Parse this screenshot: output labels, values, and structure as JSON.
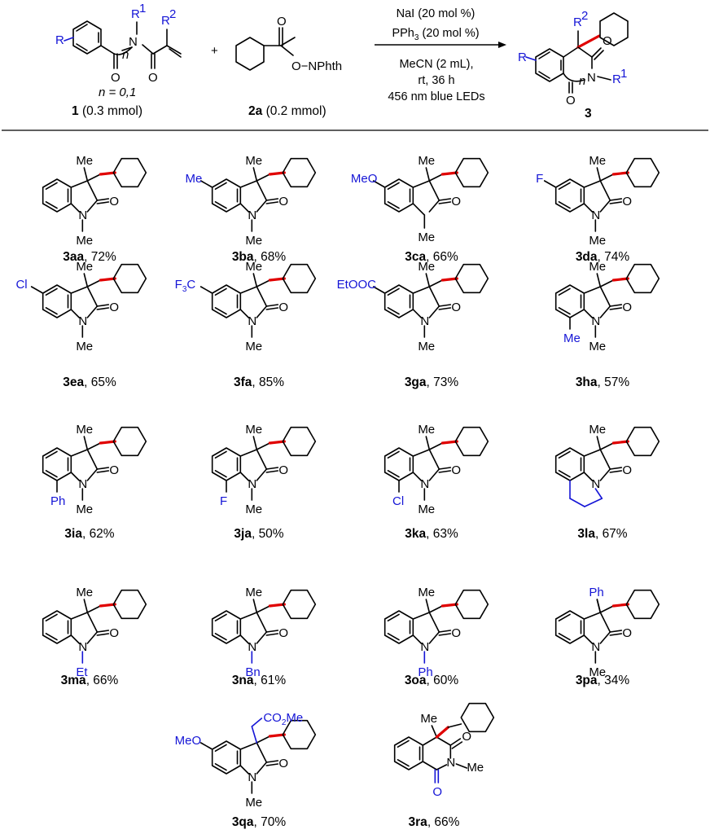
{
  "scheme": {
    "reactant1": {
      "label_R": "R",
      "label_R1": "R",
      "label_R1_sup": "1",
      "label_R2": "R",
      "label_R2_sup": "2",
      "label_N": "N",
      "label_O1": "O",
      "label_O2": "O",
      "label_n": "n",
      "n_condition": "n = 0,1",
      "id": "1",
      "amount": "(0.3 mmol)"
    },
    "plus": "+",
    "reactant2": {
      "label_O_carbonyl": "O",
      "label_ester": "O−NPhth",
      "id": "2a",
      "amount": "(0.2 mmol)"
    },
    "conditions": {
      "line1": "NaI (20 mol %)",
      "line2_pre": "PPh",
      "line2_sub": "3",
      "line2_post": " (20 mol %)",
      "line3": "MeCN (2 mL),",
      "line4": "rt, 36 h",
      "line5": "456 nm blue LEDs"
    },
    "product": {
      "label_R": "R",
      "label_R1": "R",
      "label_R1_sup": "1",
      "label_R2": "R",
      "label_R2_sup": "2",
      "label_N": "N",
      "label_O1": "O",
      "label_O2": "O",
      "label_n": "n",
      "id": "3"
    }
  },
  "products": [
    {
      "id": "3aa",
      "yield": ", 72%",
      "sub": "",
      "meth": ""
    },
    {
      "id": "3ba",
      "yield": ", 68%",
      "sub": "Me",
      "meth": ""
    },
    {
      "id": "3ca",
      "yield": ", 66%",
      "sub": "MeO",
      "meth": ""
    },
    {
      "id": "3da",
      "yield": ", 74%",
      "sub": "F",
      "meth": ""
    },
    {
      "id": "3ea",
      "yield": ", 65%",
      "sub": "Cl",
      "meth": ""
    },
    {
      "id": "3fa",
      "yield": ", 85%",
      "sub": "F",
      "sub_sub": "3",
      "sub_post": "C",
      "meth": ""
    },
    {
      "id": "3ga",
      "yield": ", 73%",
      "sub": "EtOOC",
      "meth": ""
    },
    {
      "id": "3ha",
      "yield": ", 57%",
      "sub": "Me",
      "meth": ""
    },
    {
      "id": "3ia",
      "yield": ", 62%",
      "sub": "Ph",
      "meth": ""
    },
    {
      "id": "3ja",
      "yield": ", 50%",
      "sub": "F",
      "meth": ""
    },
    {
      "id": "3ka",
      "yield": ", 63%",
      "sub": "Cl",
      "meth": ""
    },
    {
      "id": "3la",
      "yield": ", 67%",
      "sub": "",
      "meth": ""
    },
    {
      "id": "3ma",
      "yield": ", 66%",
      "sub": "Et",
      "meth": ""
    },
    {
      "id": "3na",
      "yield": ", 61%",
      "sub": "Bn",
      "meth": ""
    },
    {
      "id": "3oa",
      "yield": ", 60%",
      "sub": "Ph",
      "meth": ""
    },
    {
      "id": "3pa",
      "yield": ", 34%",
      "sub": "Ph",
      "meth": ""
    },
    {
      "id": "3qa",
      "yield": ", 70%",
      "sub": "MeO",
      "sub2": "CO",
      "sub2_sub": "2",
      "sub2_post": "Me"
    },
    {
      "id": "3ra",
      "yield": ", 66%",
      "sub": "O"
    }
  ],
  "atoms": {
    "Me": "Me",
    "N": "N",
    "O": "O"
  },
  "colors": {
    "bond": "#000000",
    "new_bond": "#e00000",
    "substituent": "#1515d6",
    "separator": "#000000"
  }
}
